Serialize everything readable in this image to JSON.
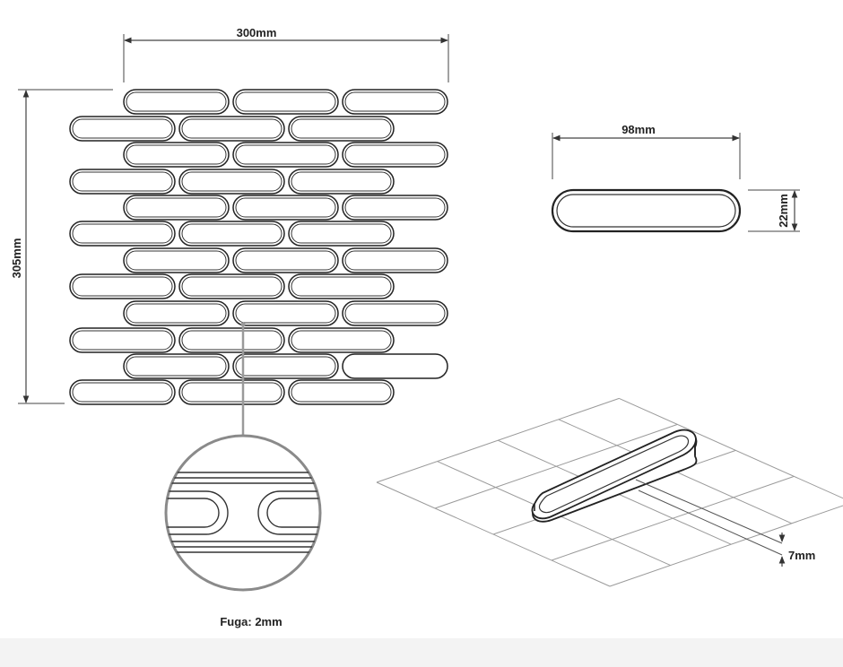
{
  "dimensions": {
    "sheet_width": "300mm",
    "sheet_height": "305mm",
    "tile_length": "98mm",
    "tile_width": "22mm",
    "tile_thickness": "7mm"
  },
  "caption": "Fuga: 2mm",
  "colors": {
    "line": "#333333",
    "dim_line": "#444444",
    "grid": "#9a9a9a",
    "zoom_circle": "#8a8a8a",
    "leader": "#9a9a9a",
    "footer": "#f3f3f3"
  }
}
